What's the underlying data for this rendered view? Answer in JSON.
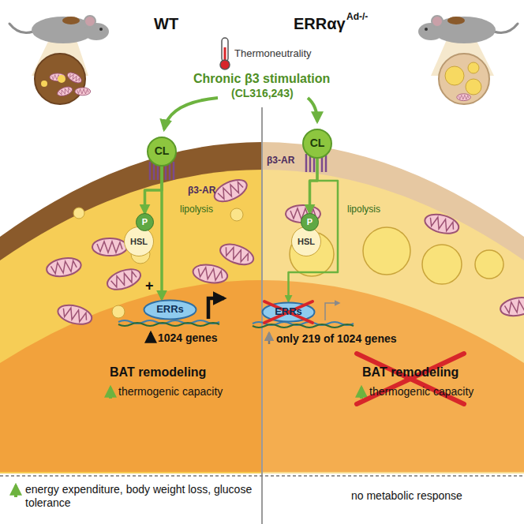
{
  "diagram": {
    "nodes": [
      {
        "text": [
          "CL"
        ]
      },
      {
        "text": [
          "P"
        ]
      },
      {
        "text": [
          "HSL"
        ]
      },
      {
        "text": [
          "ERRs"
        ]
      },
      {
        "text": [
          "CL"
        ]
      },
      {
        "text": [
          "P"
        ]
      },
      {
        "text": [
          "HSL"
        ]
      },
      {
        "text": [
          "ERRs"
        ]
      }
    ],
    "edges": [
      {
        "from": 0,
        "to": 1,
        "arrow": "to"
      },
      {
        "from": 0,
        "to": 3,
        "label": "+",
        "arrow": "to"
      },
      {
        "from": 4,
        "to": 5,
        "arrow": "to"
      },
      {
        "from": 4,
        "to": 7,
        "arrow": "to"
      }
    ],
    "labels": [
      "WT",
      "Thermoneutrality",
      "ERRαγ",
      "Ad-/-",
      "Chronic β3 stimulation",
      "(CL316,243)",
      "β3-AR",
      "lipolysis",
      "1024 genes",
      "BAT remodeling",
      "thermogenic capacity",
      "energy expenditure, body weight loss, glucose tolerance",
      "β3-AR",
      "lipolysis",
      "only 219 of 1024 genes",
      "BAT remodeling",
      "thermogenic capacity",
      "no metabolic response"
    ]
  }
}
